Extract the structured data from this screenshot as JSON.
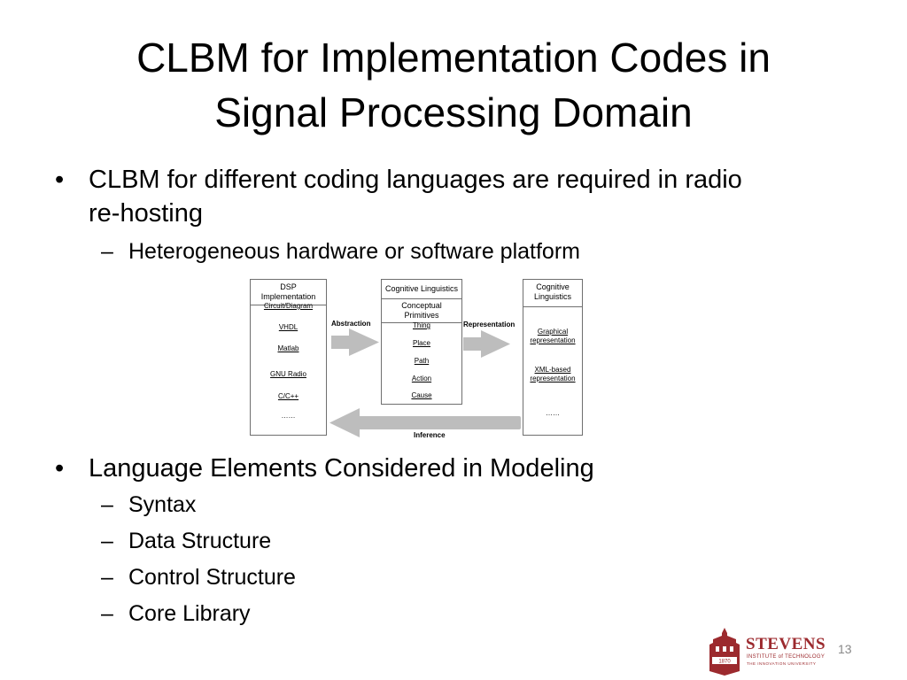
{
  "title": {
    "line1": "CLBM for Implementation Codes in",
    "line2": "Signal Processing Domain"
  },
  "bullets": [
    {
      "text_line1": "CLBM for different coding languages are required in radio",
      "text_line2": "re-hosting",
      "sub": [
        "Heterogeneous hardware or software platform"
      ]
    },
    {
      "text": "Language Elements Considered in Modeling",
      "sub": [
        "Syntax",
        "Data Structure",
        "Control Structure",
        "Core Library"
      ]
    }
  ],
  "bullet_glyph": "•",
  "dash_glyph": "–",
  "diagram": {
    "dsp_box": {
      "header": "DSP Implementation",
      "items": [
        "Circuit/Diagram",
        "VHDL",
        "Matlab",
        "GNU Radio",
        "C/C++",
        "……"
      ]
    },
    "cl_box": {
      "header": "Cognitive Linguistics",
      "subheader": "Conceptual Primitives",
      "items": [
        "Thing",
        "Place",
        "Path",
        "Action",
        "Cause"
      ]
    },
    "rep_box": {
      "header_line1": "Cognitive",
      "header_line2": "Linguistics",
      "items": [
        {
          "line1": "Graphical",
          "line2": "representation"
        },
        {
          "line1": "XML-based",
          "line2": "representation"
        }
      ],
      "ellipsis": "……"
    },
    "arrows": {
      "abstraction": "Abstraction",
      "representation": "Representation",
      "inference": "Inference"
    },
    "arrow_color": "#bdbdbd"
  },
  "footer": {
    "logo_name": "STEVENS",
    "logo_sub": "INSTITUTE of TECHNOLOGY",
    "logo_tag": "THE INNOVATION UNIVERSITY",
    "logo_year": "1870",
    "page_number": "13",
    "brand_color": "#9c2a2e"
  }
}
